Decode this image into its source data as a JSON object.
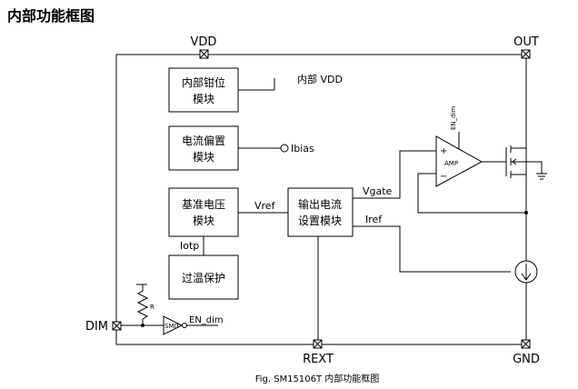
{
  "title": "内部功能框图",
  "pins": {
    "vdd": "VDD",
    "out": "OUT",
    "dim": "DIM",
    "rext": "REXT",
    "gnd": "GND"
  },
  "blocks": {
    "clamp": [
      "内部钳位",
      "模块"
    ],
    "bias": [
      "电流偏置",
      "模块"
    ],
    "reference": [
      "基准电压",
      "模块"
    ],
    "output_setting": [
      "输出电流",
      "设置模块"
    ],
    "thermal": [
      "过温保护"
    ]
  },
  "signals": {
    "internal_vdd": "内部 VDD",
    "ibias": "Ibias",
    "vref": "Vref",
    "iotp": "Iotp",
    "vgate": "Vgate",
    "iref": "Iref",
    "en_dim_top": "EN_dim",
    "en_dim": "EN_dim",
    "resistor": "R",
    "schmitt": "SMIT",
    "amp": "AMP",
    "plus": "+",
    "minus": "−"
  },
  "caption": "Fig. SM15106T 内部功能框图"
}
